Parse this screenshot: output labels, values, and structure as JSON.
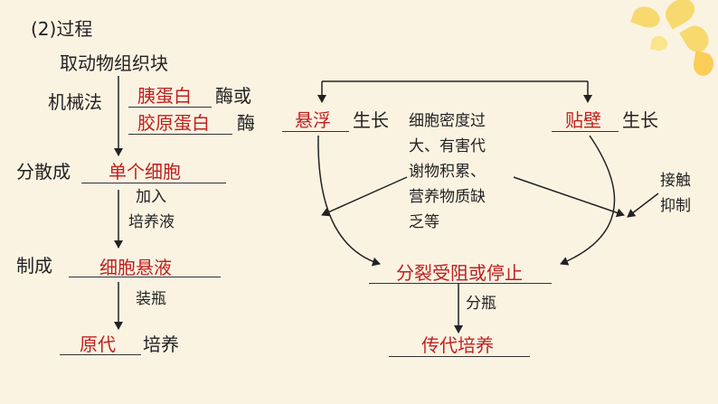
{
  "left": {
    "section_title": "(2)过程",
    "step1": "取动物组织块",
    "method": "机械法",
    "enzyme1": "胰蛋白",
    "enzyme1_suffix": "酶或",
    "enzyme2": "胶原蛋白",
    "enzyme2_suffix": "酶",
    "disperse_prefix": "分散成",
    "disperse_answer": "单个细胞",
    "add_label1": "加入",
    "add_label2": "培养液",
    "make_prefix": "制成",
    "make_answer": "细胞悬液",
    "bottle_label": "装瓶",
    "primary_answer": "原代",
    "primary_suffix": "培养"
  },
  "right": {
    "suspension_answer": "悬浮",
    "suspension_suffix": "生长",
    "adherent_answer": "贴壁",
    "adherent_suffix": "生长",
    "cause_lines": [
      "细胞密度过",
      "大、有害代",
      "谢物积累、",
      "营养物质缺",
      "乏等"
    ],
    "contact_line1": "接触",
    "contact_line2": "抑制",
    "blocked_answer": "分裂受阻或停止",
    "split_label": "分瓶",
    "passage_answer": "传代培养"
  },
  "colors": {
    "answer": "#c0201e",
    "text": "#222222",
    "background": "#fbf3e2"
  }
}
